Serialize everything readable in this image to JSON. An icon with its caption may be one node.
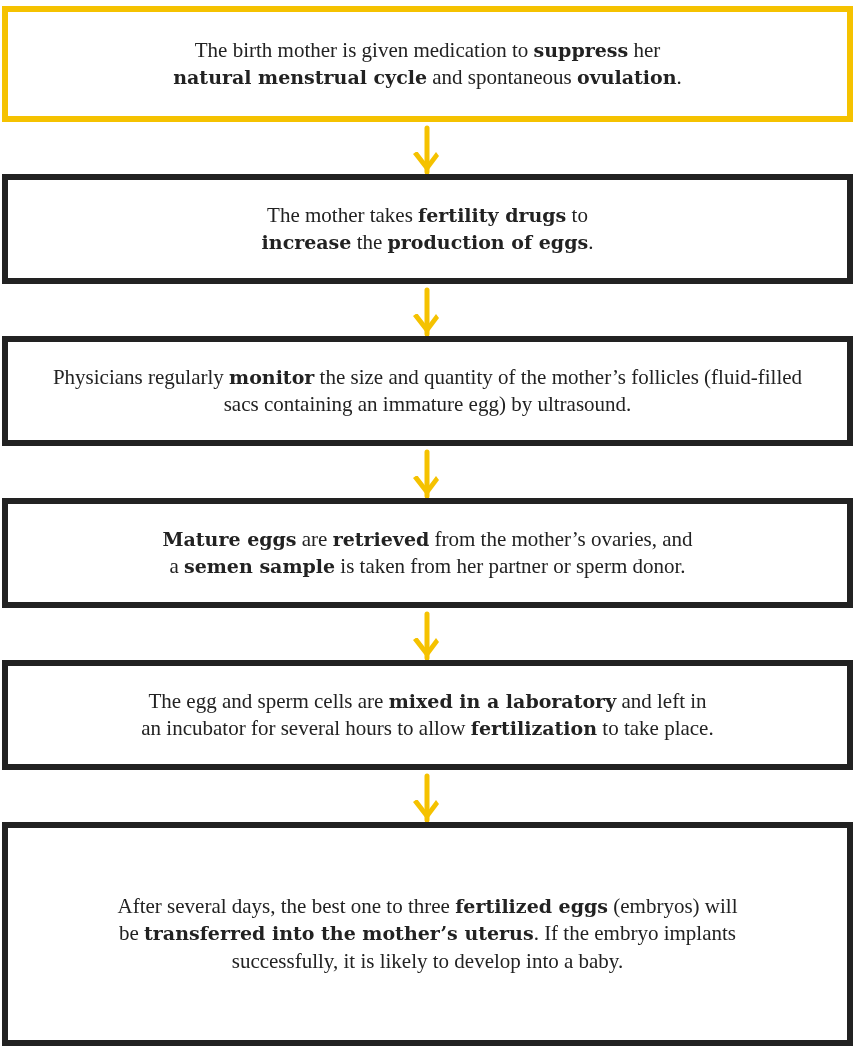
{
  "diagram": {
    "nodes": [
      {
        "text": [
          "The birth mother is given medication to **suppress** her **natural menstrual cycle** and spontaneous **ovulation**."
        ]
      },
      {
        "text": [
          "The mother takes **fertility drugs** to **increase** the **production of eggs**."
        ]
      },
      {
        "text": [
          "Physicians regularly **monitor** the size and quantity of the mother’s follicles (fluid-filled sacs containing an immature egg) by ultrasound."
        ]
      },
      {
        "text": [
          "**Mature eggs** are **retrieved** from the mother’s ovaries, and a **semen sample** is taken from her partner or sperm donor."
        ]
      },
      {
        "text": [
          "The egg and sperm cells are **mixed in a laboratory** and left in an incubator for several hours to allow **fertilization** to take place."
        ]
      },
      {
        "text": [
          "After several days, the best one to three **fertilized eggs** (embryos) will be **transferred into the mother’s uterus**. If the embryo implants successfully, it is likely to develop into a baby."
        ]
      }
    ],
    "edges": [
      {
        "from": 0,
        "to": 1,
        "arrow": "to"
      },
      {
        "from": 1,
        "to": 2,
        "arrow": "to"
      },
      {
        "from": 2,
        "to": 3,
        "arrow": "to"
      },
      {
        "from": 3,
        "to": 4,
        "arrow": "to"
      },
      {
        "from": 4,
        "to": 5,
        "arrow": "to"
      }
    ]
  }
}
